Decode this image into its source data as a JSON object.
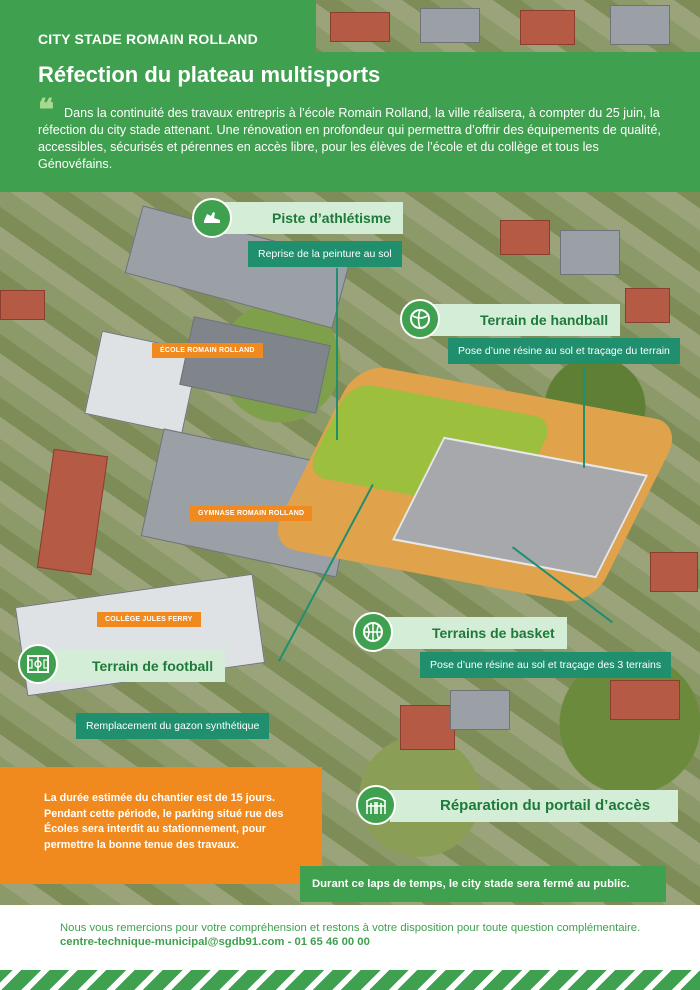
{
  "header": {
    "kicker": "CITY STADE ROMAIN ROLLAND",
    "title": "Réfection du plateau multisports",
    "quote_glyph": "❝",
    "intro": "Dans la continuité des travaux entrepris à l’école Romain Rolland, la ville réalisera, à compter du 25 juin, la réfection du city stade attenant. Une rénovation en profondeur qui permettra d’offrir des équipements de qualité, accessibles, sécurisés et pérennes en accès libre, pour les élèves de l’école et du collège et tous les Génovéfains."
  },
  "places": {
    "ecole": "ÉCOLE ROMAIN ROLLAND",
    "gymnase": "GYMNASE ROMAIN ROLLAND",
    "college": "COLLÈGE JULES FERRY"
  },
  "callouts": {
    "athletisme": {
      "title": "Piste d’athlétisme",
      "desc": "Reprise de la peinture au sol",
      "icon": "running-shoe-icon"
    },
    "handball": {
      "title": "Terrain de handball",
      "desc": "Pose d’une résine au sol et traçage du terrain",
      "icon": "handball-icon"
    },
    "basket": {
      "title": "Terrains de basket",
      "desc": "Pose d’une résine au sol et traçage des 3 terrains",
      "icon": "basketball-icon"
    },
    "football": {
      "title": "Terrain de football",
      "desc": "Remplacement du gazon synthétique",
      "icon": "football-field-icon"
    },
    "portail": {
      "title": "Réparation du portail d’accès",
      "icon": "gate-icon"
    }
  },
  "notices": {
    "duration": "La durée estimée du chantier est de 15 jours. Pendant cette période, le parking situé rue des Écoles sera interdit au stationnement, pour permettre la bonne tenue des travaux.",
    "closed": "Durant ce laps de temps, le city stade sera fermé au public."
  },
  "footer": {
    "thanks": "Nous vous remercions pour votre compréhension et restons à votre disposition pour toute question complémentaire.",
    "contact": "centre-technique-municipal@sgdb91.com - 01 65 46 00 00"
  },
  "colors": {
    "primary_green": "#3fa04f",
    "teal": "#1f8f6e",
    "light_green": "#d3edd6",
    "orange": "#f08a1e"
  }
}
